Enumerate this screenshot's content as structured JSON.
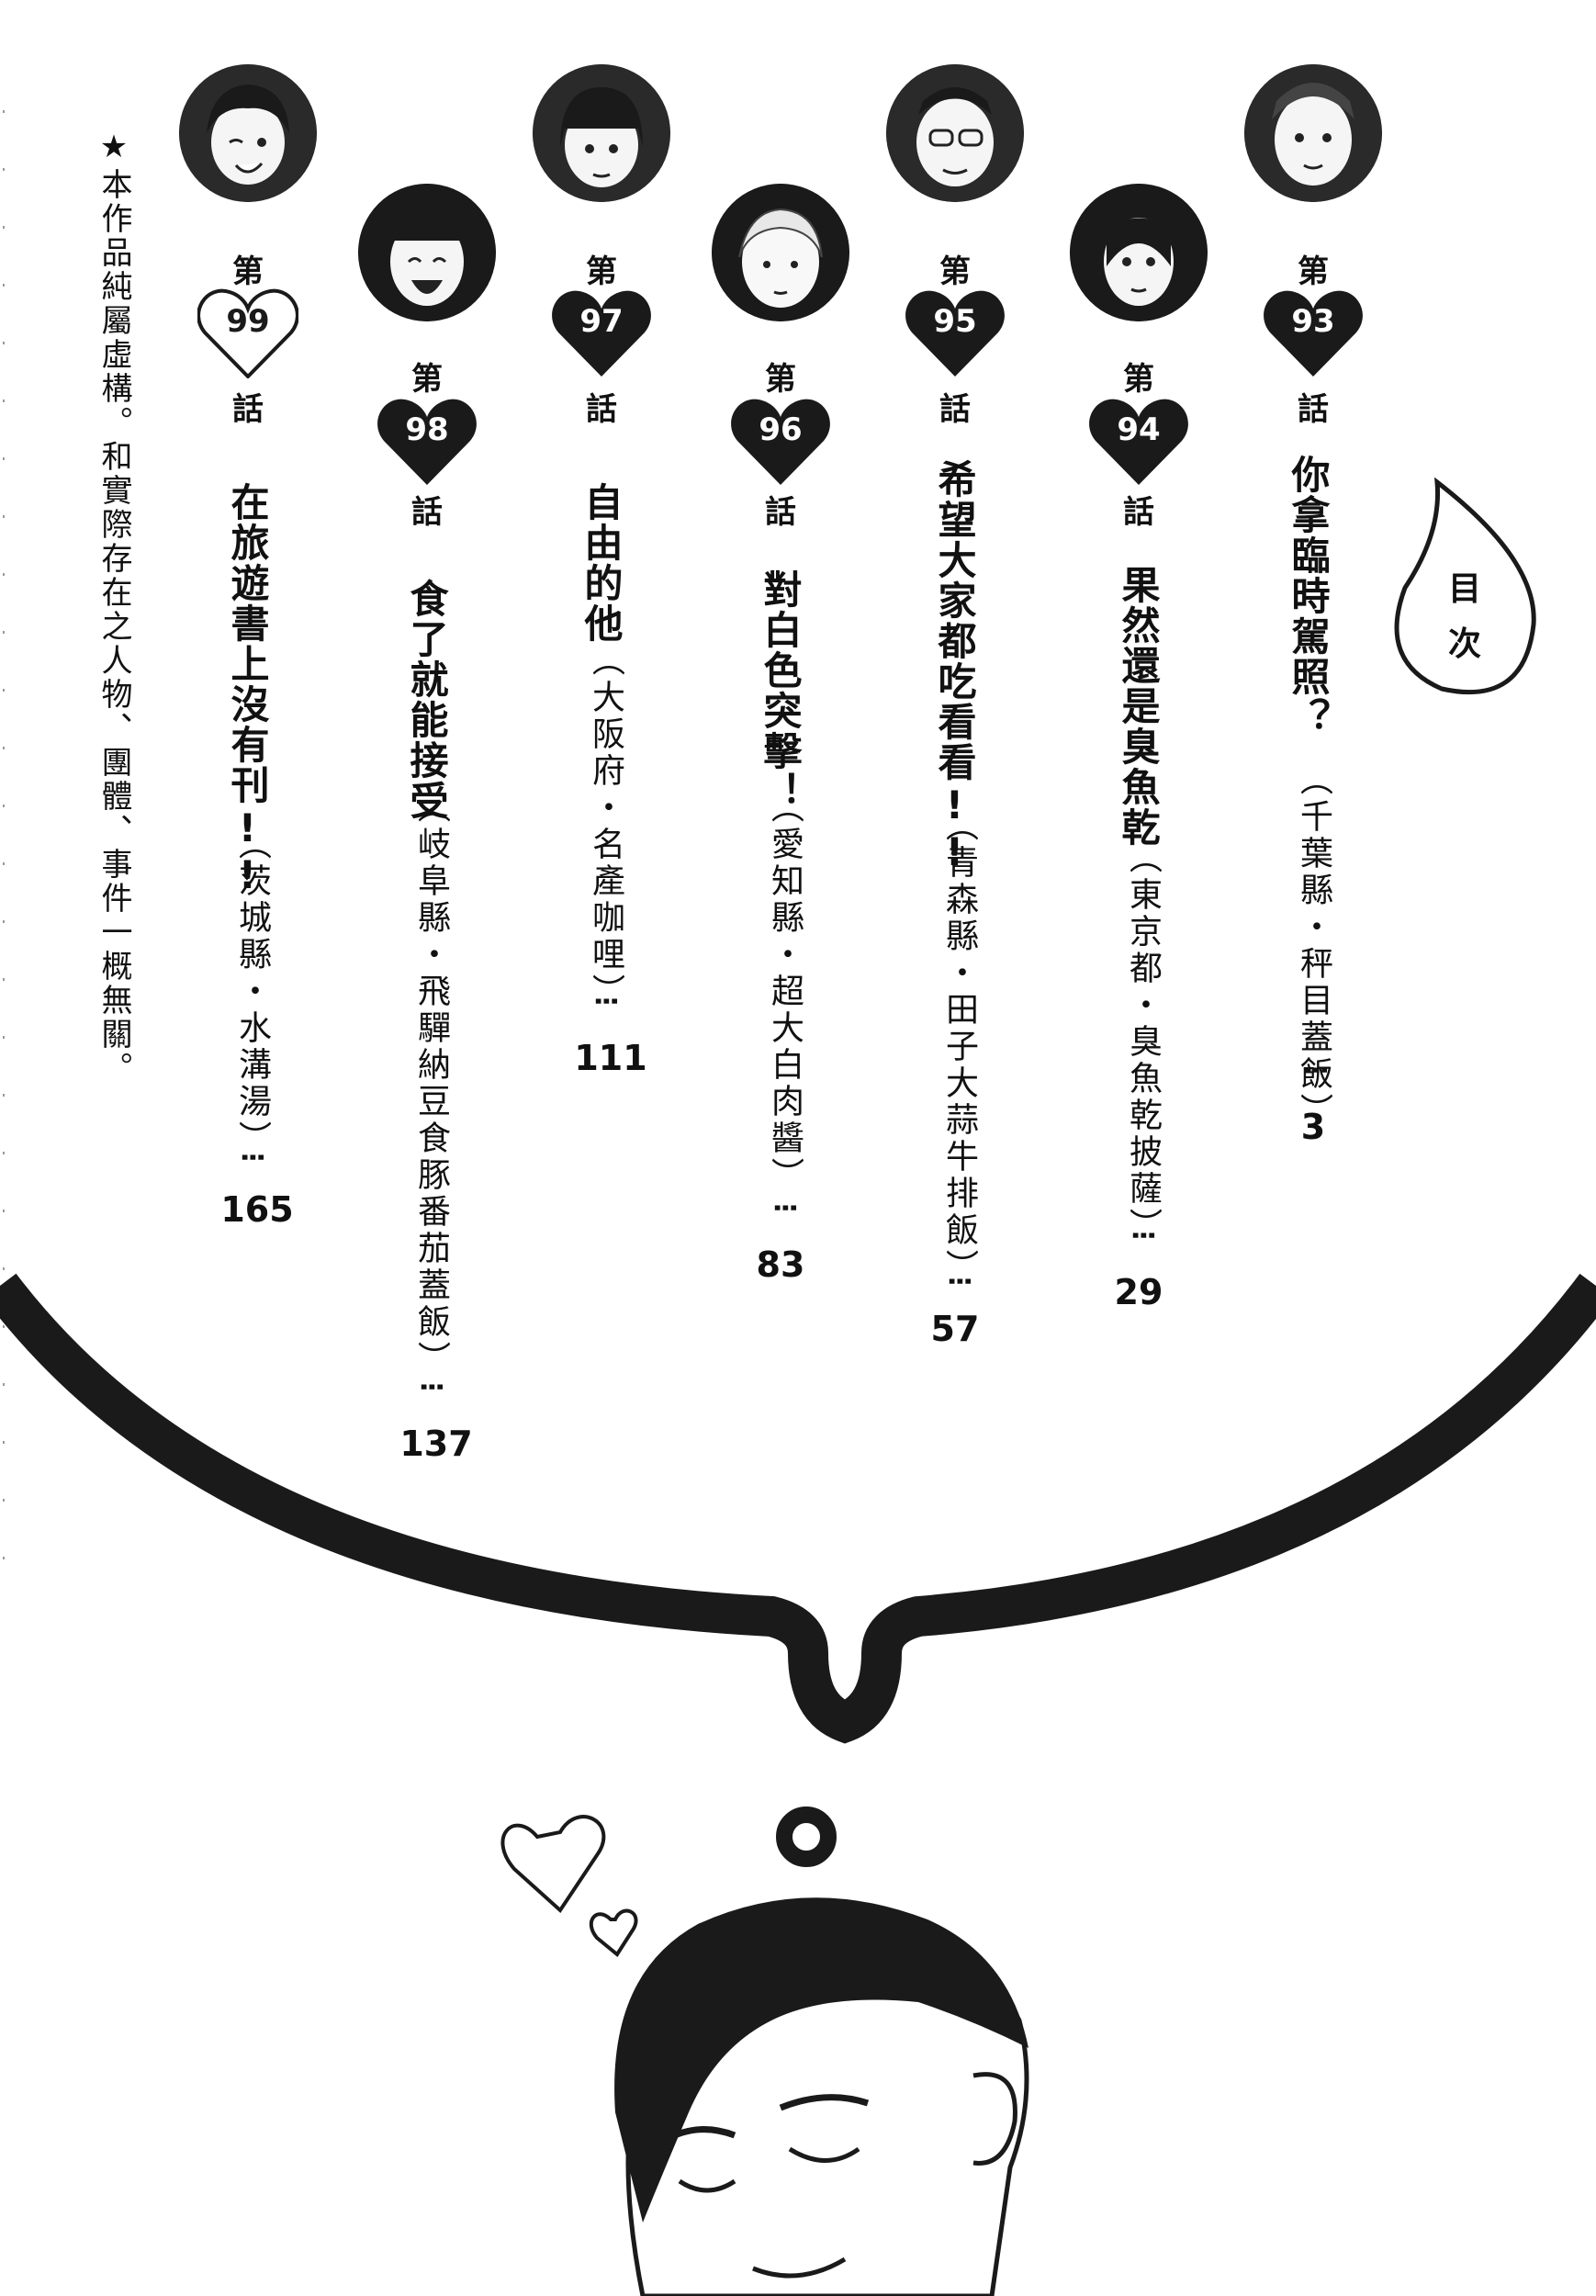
{
  "toc": {
    "label_1": "目",
    "label_2": "次"
  },
  "disclaimer": "★本作品純屬虛構。和實際存在之人物、團體、事件一概無關。",
  "chapter_prefix": "第",
  "chapter_suffix": "話",
  "chapters": [
    {
      "number": "93",
      "title": "你拿臨時駕照？",
      "subtitle": "（千葉縣・秤目蓋飯）",
      "page": "3",
      "portrait": "portrait-girl-ponytail-icon"
    },
    {
      "number": "94",
      "title": "果然還是臭魚乾",
      "subtitle": "（東京都・臭魚乾披薩）",
      "page": "29",
      "portrait": "portrait-girl-long-hair-icon"
    },
    {
      "number": "95",
      "title": "希望大家都吃看看!!",
      "subtitle": "（青森縣・田子大蒜牛排飯）",
      "page": "57",
      "portrait": "portrait-man-glasses-icon"
    },
    {
      "number": "96",
      "title": "對白色突擊！",
      "subtitle": "（愛知縣・超大白肉醬）",
      "page": "83",
      "portrait": "portrait-girl-blonde-icon"
    },
    {
      "number": "97",
      "title": "自由的他",
      "subtitle": "（大阪府・名產咖哩）",
      "page": "111",
      "portrait": "portrait-girl-bangs-icon"
    },
    {
      "number": "98",
      "title": "食了就能接受",
      "subtitle": "（岐阜縣・飛驒納豆食豚番茄蓋飯）",
      "page": "137",
      "portrait": "portrait-girl-laughing-icon"
    },
    {
      "number": "99",
      "title": "在旅遊書上沒有刊!!",
      "subtitle": "（茨城縣・水溝湯）",
      "page": "165",
      "portrait": "portrait-woman-winking-icon"
    }
  ],
  "colors": {
    "ink": "#111111",
    "paper": "#ffffff",
    "heart": "#1a1a1a"
  }
}
